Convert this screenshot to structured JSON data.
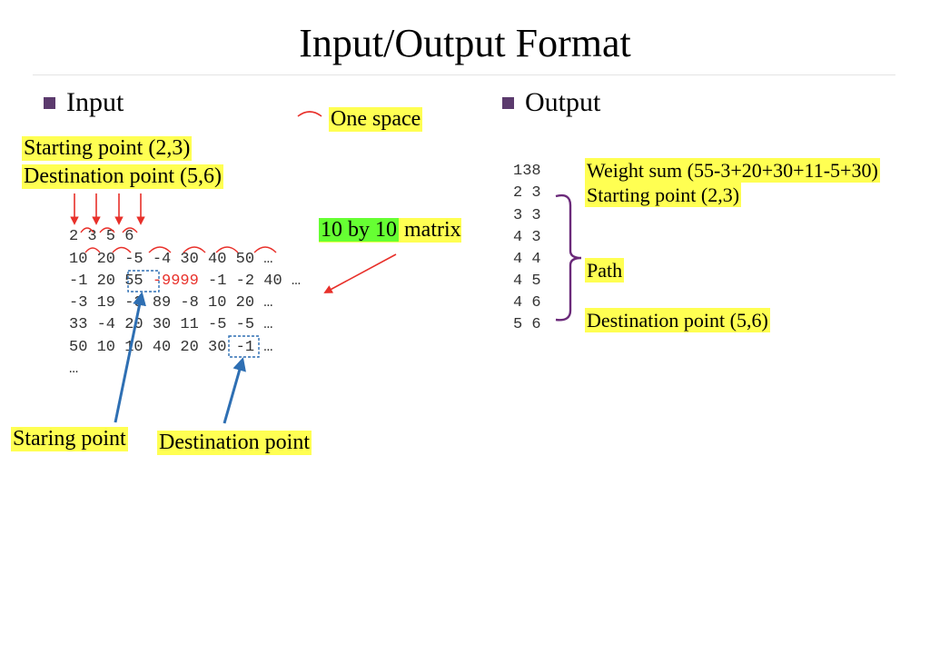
{
  "title": "Input/Output Format",
  "input_heading": "Input",
  "output_heading": "Output",
  "one_space_label": "One space",
  "start_label": "Starting point (2,3)",
  "dest_label": "Destination point (5,6)",
  "matrix_label_green": "10 by 10",
  "matrix_label_rest": " matrix",
  "staring_point_label": "Staring point",
  "destination_point_label": "Destination point",
  "input_lines": {
    "l0": "2 3 5 6",
    "l1": "10 20 -5 -4 30 40 50 …",
    "l2a": "-1 20 55 ",
    "l2b": "-9999",
    "l2c": " -1 -2 40 …",
    "l3": "-3 19 -3 89 -8 10 20 …",
    "l4": "33 -4 20 30 11 -5 -5 …",
    "l5": "50 10 10 40 20 30 -1 …",
    "l6": "…"
  },
  "output_lines": [
    "138",
    "2 3",
    "3 3",
    "4 3",
    "4 4",
    "4 5",
    "4 6",
    "5 6"
  ],
  "output_labels": {
    "weight": "Weight sum (55-3+20+30+11-5+30)",
    "start": "Starting point (2,3)",
    "path": "Path",
    "dest": "Destination point (5,6)"
  },
  "colors": {
    "bullet": "#5b3a6d",
    "highlight": "#ffff52",
    "green": "#66ff33",
    "red_arrow": "#e8302a",
    "blue_arrow": "#2e6fb3",
    "bracket": "#6b2a7a"
  }
}
